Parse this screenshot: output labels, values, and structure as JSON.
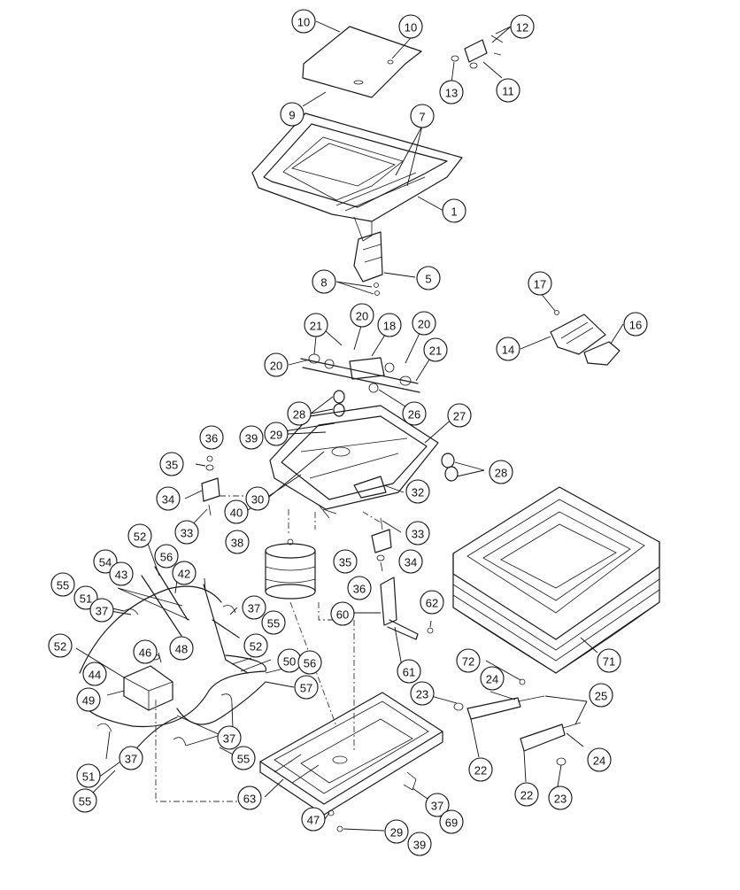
{
  "diagram": {
    "type": "exploded-parts-view",
    "callouts": [
      {
        "label": "10"
      },
      {
        "label": "10"
      },
      {
        "label": "12"
      },
      {
        "label": "9"
      },
      {
        "label": "13"
      },
      {
        "label": "11"
      },
      {
        "label": "7"
      },
      {
        "label": "1"
      },
      {
        "label": "8"
      },
      {
        "label": "5"
      },
      {
        "label": "17"
      },
      {
        "label": "16"
      },
      {
        "label": "14"
      },
      {
        "label": "21"
      },
      {
        "label": "20"
      },
      {
        "label": "18"
      },
      {
        "label": "20"
      },
      {
        "label": "20"
      },
      {
        "label": "21"
      },
      {
        "label": "28"
      },
      {
        "label": "26"
      },
      {
        "label": "27"
      },
      {
        "label": "36"
      },
      {
        "label": "39"
      },
      {
        "label": "29"
      },
      {
        "label": "35"
      },
      {
        "label": "28"
      },
      {
        "label": "34"
      },
      {
        "label": "30"
      },
      {
        "label": "32"
      },
      {
        "label": "40"
      },
      {
        "label": "33"
      },
      {
        "label": "33"
      },
      {
        "label": "52"
      },
      {
        "label": "38"
      },
      {
        "label": "54"
      },
      {
        "label": "56"
      },
      {
        "label": "35"
      },
      {
        "label": "34"
      },
      {
        "label": "43"
      },
      {
        "label": "42"
      },
      {
        "label": "55"
      },
      {
        "label": "51"
      },
      {
        "label": "36"
      },
      {
        "label": "37"
      },
      {
        "label": "62"
      },
      {
        "label": "37"
      },
      {
        "label": "60"
      },
      {
        "label": "55"
      },
      {
        "label": "52"
      },
      {
        "label": "48"
      },
      {
        "label": "52"
      },
      {
        "label": "46"
      },
      {
        "label": "61"
      },
      {
        "label": "50"
      },
      {
        "label": "56"
      },
      {
        "label": "72"
      },
      {
        "label": "71"
      },
      {
        "label": "44"
      },
      {
        "label": "57"
      },
      {
        "label": "24"
      },
      {
        "label": "49"
      },
      {
        "label": "23"
      },
      {
        "label": "25"
      },
      {
        "label": "37"
      },
      {
        "label": "37"
      },
      {
        "label": "55"
      },
      {
        "label": "24"
      },
      {
        "label": "22"
      },
      {
        "label": "51"
      },
      {
        "label": "22"
      },
      {
        "label": "23"
      },
      {
        "label": "55"
      },
      {
        "label": "63"
      },
      {
        "label": "37"
      },
      {
        "label": "69"
      },
      {
        "label": "47"
      },
      {
        "label": "29"
      },
      {
        "label": "39"
      }
    ]
  }
}
